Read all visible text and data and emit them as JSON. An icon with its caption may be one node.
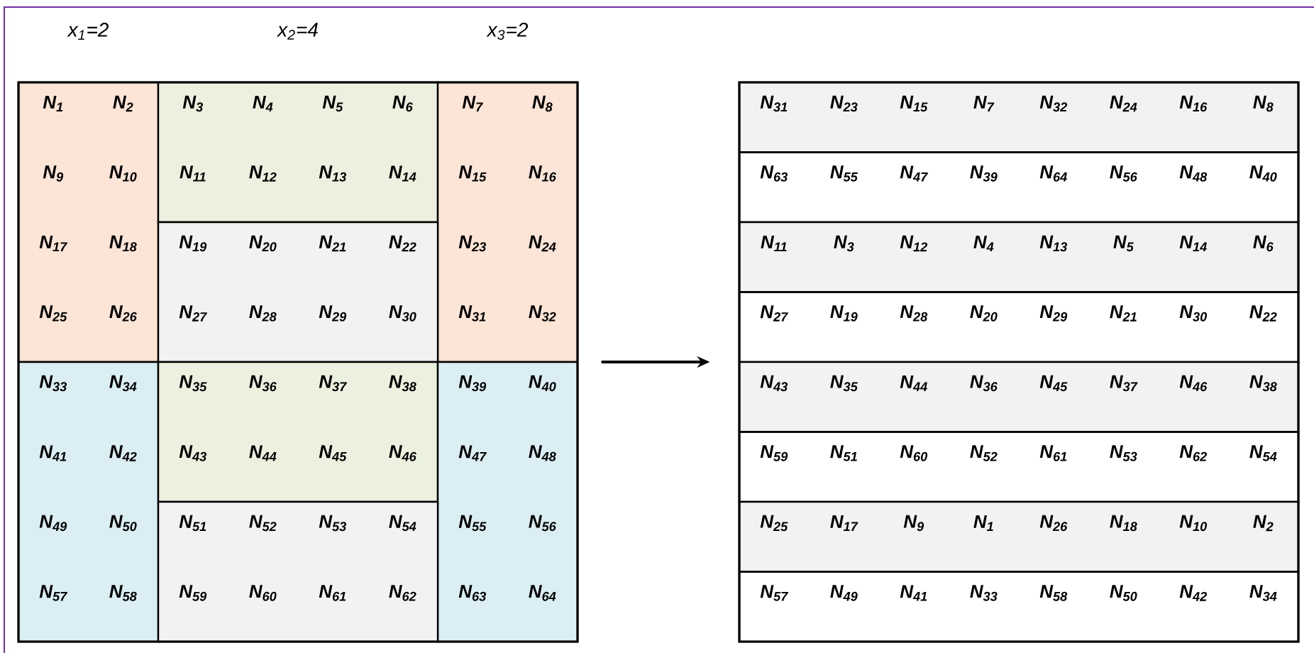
{
  "diagram": {
    "nodes": [
      {
        "text": [],
        "shape": "box"
      },
      {
        "text": [
          "N$_{1}$",
          "N$_{2}$",
          "N$_{9}$",
          "N$_{10}$",
          "N$_{17}$",
          "N$_{18}$",
          "N$_{25}$",
          "N$_{26}$"
        ],
        "in": 0
      },
      {
        "text": [
          "N$_{3}$",
          "N$_{4}$",
          "N$_{5}$",
          "N$_{6}$",
          "N$_{11}$",
          "N$_{12}$",
          "N$_{13}$",
          "N$_{14}$"
        ],
        "in": 0
      },
      {
        "text": [
          "N$_{7}$",
          "N$_{8}$",
          "N$_{15}$",
          "N$_{16}$",
          "N$_{23}$",
          "N$_{24}$",
          "N$_{31}$",
          "N$_{32}$"
        ],
        "in": 0
      },
      {
        "text": [
          "N$_{19}$",
          "N$_{20}$",
          "N$_{21}$",
          "N$_{22}$",
          "N$_{27}$",
          "N$_{28}$",
          "N$_{29}$",
          "N$_{30}$"
        ],
        "in": 0
      },
      {
        "text": [
          "N$_{33}$",
          "N$_{34}$",
          "N$_{41}$",
          "N$_{42}$",
          "N$_{49}$",
          "N$_{50}$",
          "N$_{57}$",
          "N$_{58}$"
        ],
        "in": 0
      },
      {
        "text": [
          "N$_{35}$",
          "N$_{36}$",
          "N$_{37}$",
          "N$_{38}$",
          "N$_{43}$",
          "N$_{44}$",
          "N$_{45}$",
          "N$_{46}$"
        ],
        "in": 0
      },
      {
        "text": [
          "N$_{39}$",
          "N$_{40}$",
          "N$_{47}$",
          "N$_{48}$",
          "N$_{55}$",
          "N$_{56}$",
          "N$_{63}$",
          "N$_{64}$"
        ],
        "in": 0
      },
      {
        "text": [
          "N$_{51}$",
          "N$_{52}$",
          "N$_{53}$",
          "N$_{54}$",
          "N$_{59}$",
          "N$_{60}$",
          "N$_{61}$",
          "N$_{62}$"
        ],
        "in": 0
      },
      {
        "text": [],
        "shape": "box"
      },
      {
        "text": [
          "N$_{31}$",
          "N$_{23}$",
          "N$_{15}$",
          "N$_{7}$",
          "N$_{32}$",
          "N$_{24}$",
          "N$_{16}$",
          "N$_{8}$"
        ],
        "in": 9
      },
      {
        "text": [
          "N$_{63}$",
          "N$_{55}$",
          "N$_{47}$",
          "N$_{39}$",
          "N$_{64}$",
          "N$_{56}$",
          "N$_{48}$",
          "N$_{40}$"
        ],
        "in": 9
      },
      {
        "text": [
          "N$_{11}$",
          "N$_{3}$",
          "N$_{12}$",
          "N$_{4}$",
          "N$_{13}$",
          "N$_{5}$",
          "N$_{14}$",
          "N$_{6}$"
        ],
        "in": 9
      },
      {
        "text": [
          "N$_{27}$",
          "N$_{19}$",
          "N$_{28}$",
          "N$_{20}$",
          "N$_{29}$",
          "N$_{21}$",
          "N$_{30}$",
          "N$_{22}$"
        ],
        "in": 9
      },
      {
        "text": [
          "N$_{43}$",
          "N$_{35}$",
          "N$_{44}$",
          "N$_{36}$",
          "N$_{45}$",
          "N$_{37}$",
          "N$_{46}$",
          "N$_{38}$"
        ],
        "in": 9
      },
      {
        "text": [
          "N$_{59}$",
          "N$_{51}$",
          "N$_{60}$",
          "N$_{52}$",
          "N$_{61}$",
          "N$_{53}$",
          "N$_{62}$",
          "N$_{54}$"
        ],
        "in": 9
      },
      {
        "text": [
          "N$_{25}$",
          "N$_{17}$",
          "N$_{9}$",
          "N$_{1}$",
          "N$_{26}$",
          "N$_{18}$",
          "N$_{10}$",
          "N$_{2}$"
        ],
        "in": 9
      },
      {
        "text": [
          "N$_{57}$",
          "N$_{49}$",
          "N$_{41}$",
          "N$_{33}$",
          "N$_{58}$",
          "N$_{50}$",
          "N$_{42}$",
          "N$_{34}$"
        ],
        "in": 9
      }
    ],
    "edges": [
      {
        "from": 0,
        "to": 9,
        "arrow": "to"
      }
    ],
    "labels": [
      "x$_{1}$=2",
      "x$_{2}$=4",
      "x$_{3}$=2"
    ]
  }
}
